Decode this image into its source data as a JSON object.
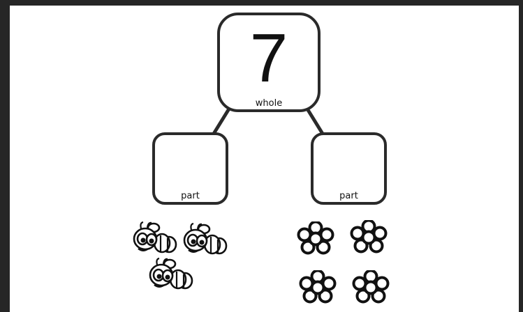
{
  "whole": {
    "number": "7",
    "label": "whole"
  },
  "parts": [
    {
      "label": "part"
    },
    {
      "label": "part"
    }
  ],
  "counters": {
    "bees": {
      "icon": "bee-icon",
      "count": 3
    },
    "flowers": {
      "icon": "flower-icon",
      "count": 4
    }
  }
}
